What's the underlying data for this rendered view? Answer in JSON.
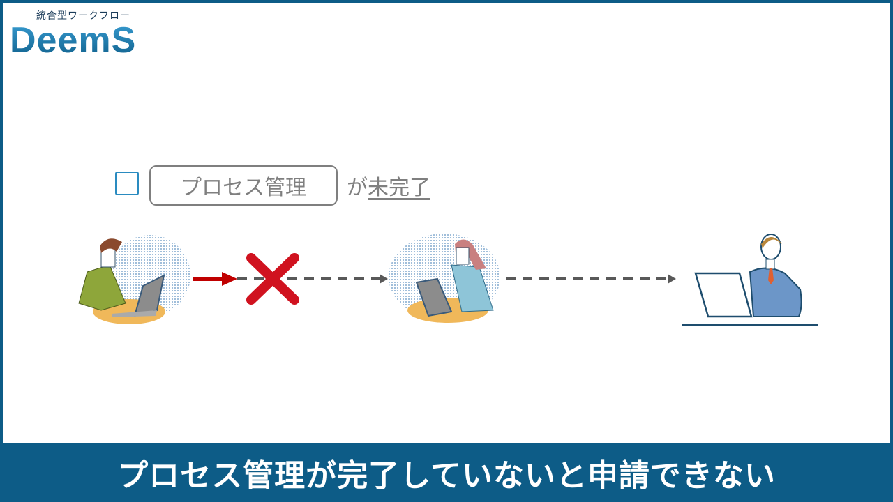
{
  "logo": {
    "subtitle": "統合型ワークフロー",
    "name": "DeemS"
  },
  "condition": {
    "process_label": "プロセス管理",
    "particle": "が",
    "status": "未完了"
  },
  "flow": {
    "steps": [
      "applicant",
      "reviewer",
      "approver"
    ],
    "blocked_icon": "x-mark-icon",
    "colors": {
      "blocked_arrow": "#c00000",
      "x_mark": "#d0121f",
      "dashed_arrow": "#595959"
    }
  },
  "banner": {
    "message": "プロセス管理が完了していないと申請できない"
  },
  "colors": {
    "frame": "#0d5c87"
  }
}
